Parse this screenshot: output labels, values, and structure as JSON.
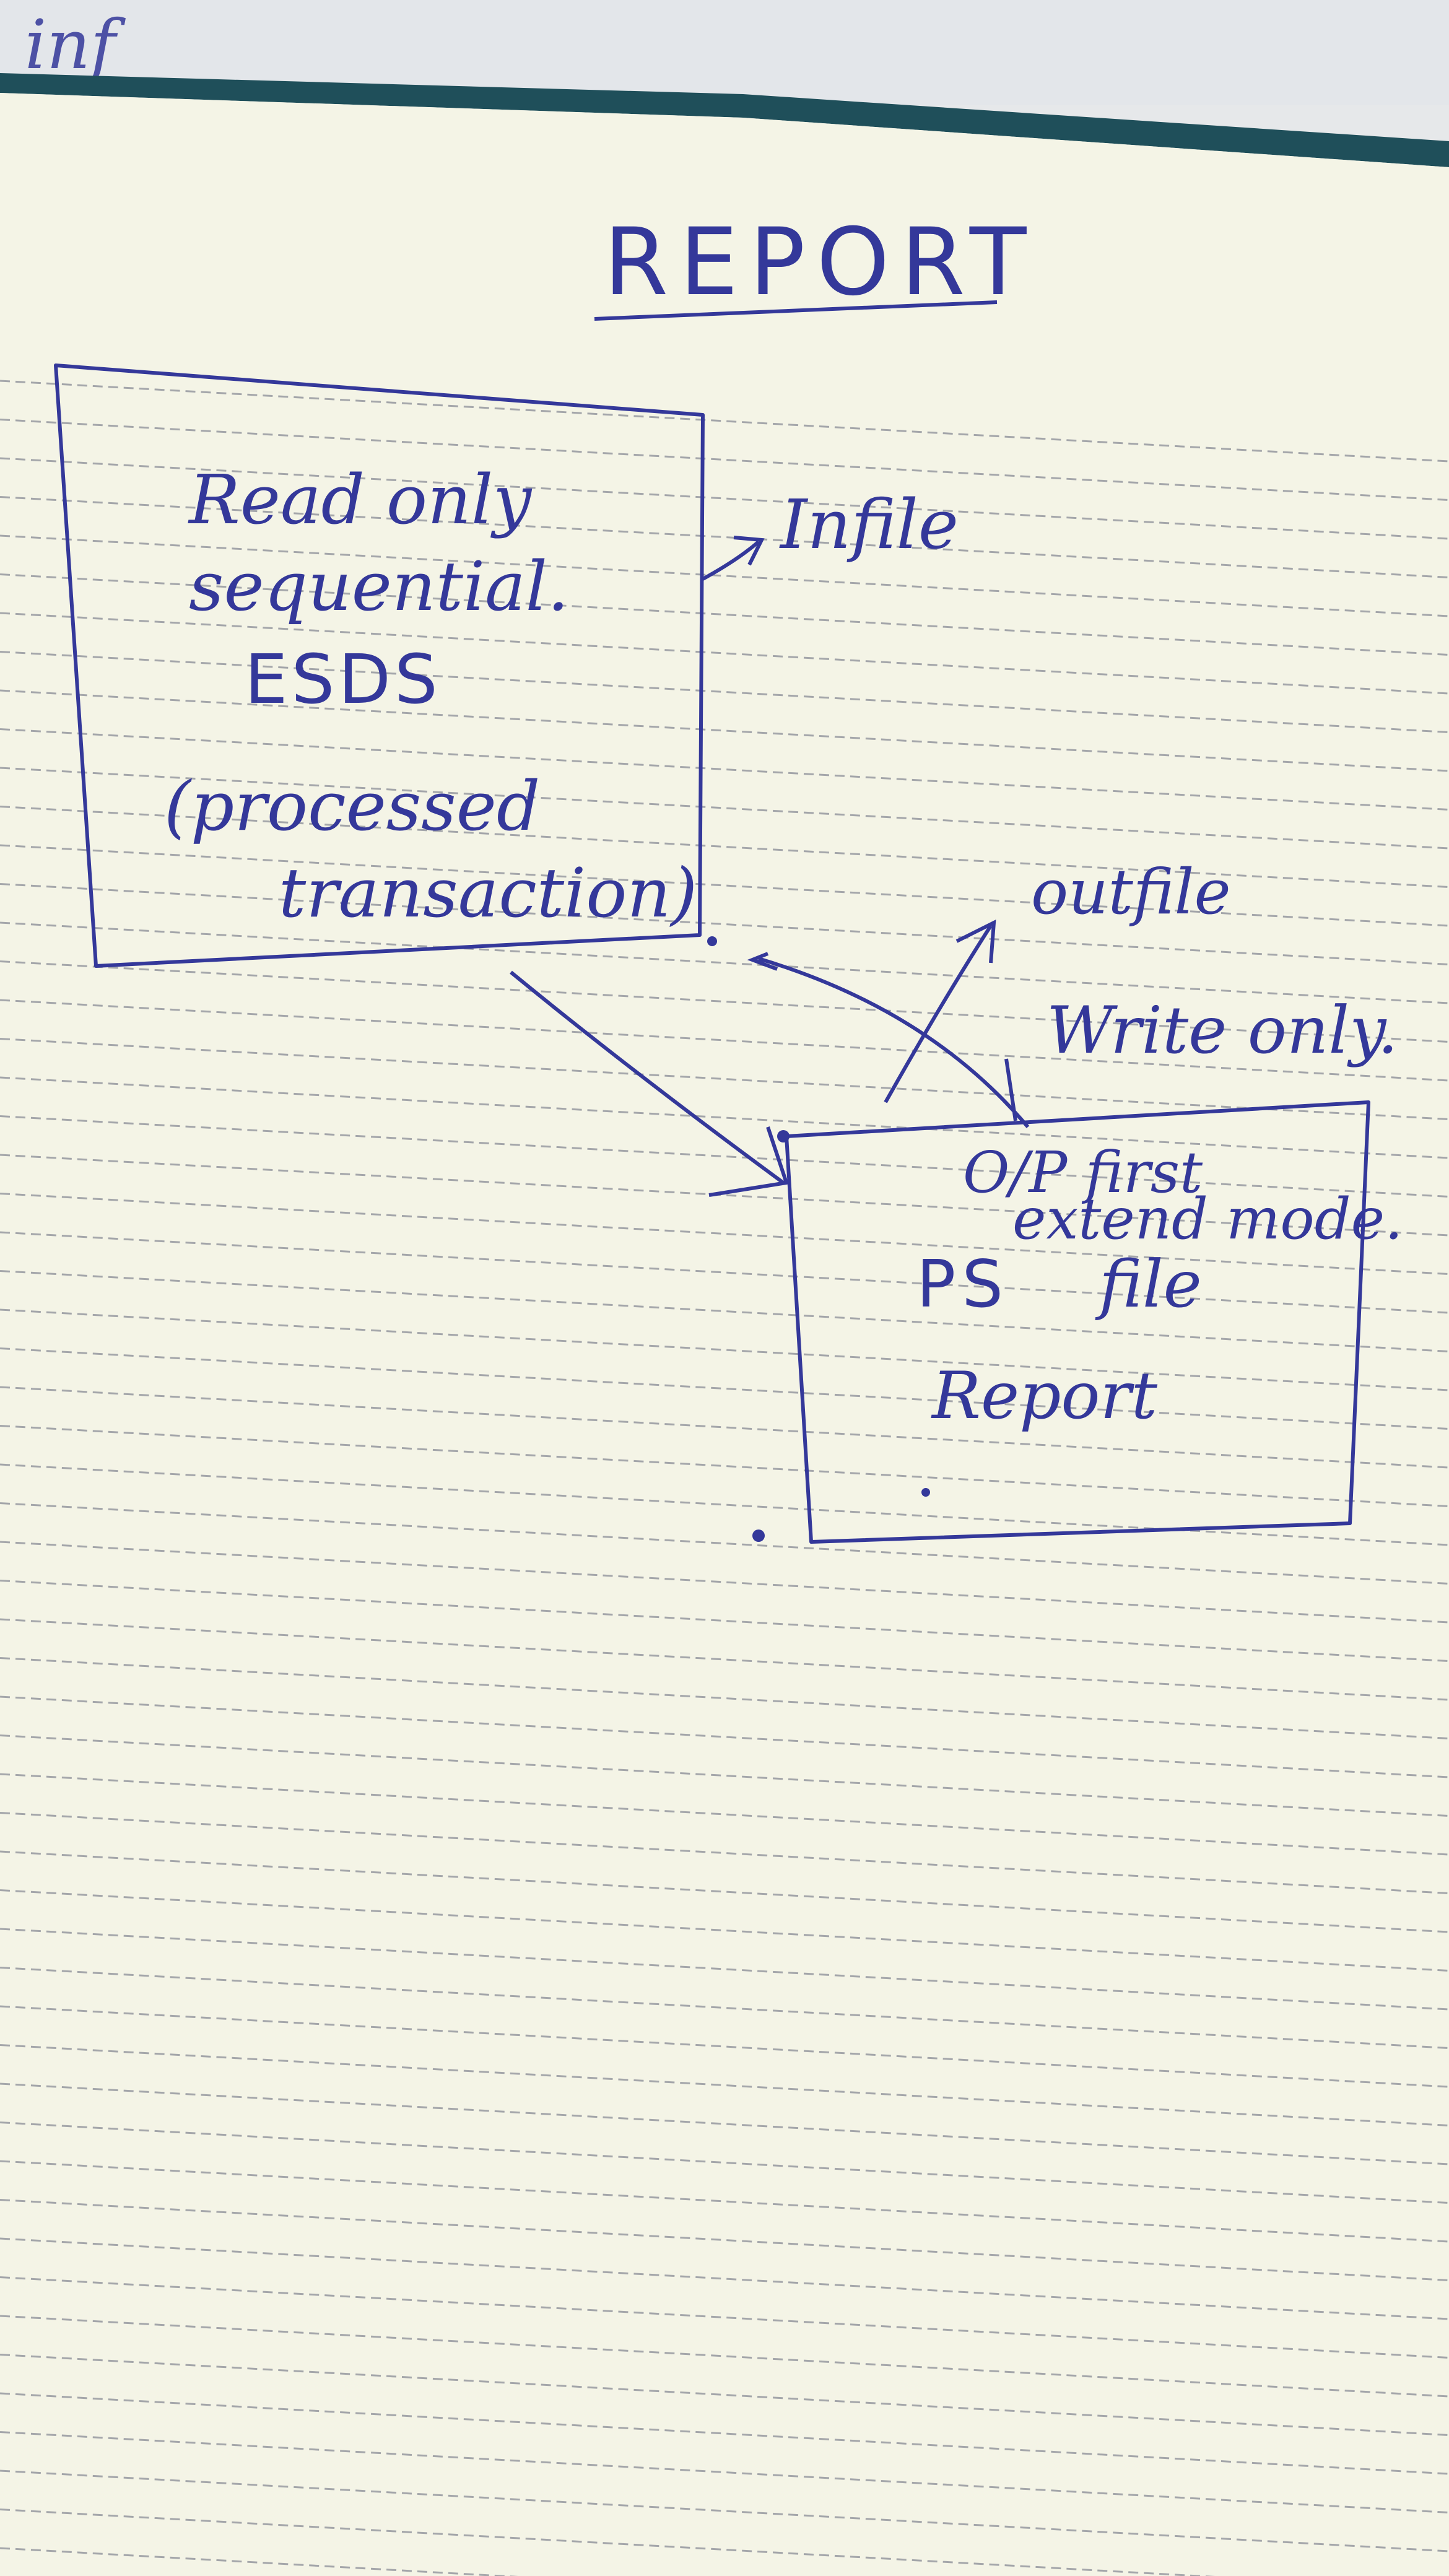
{
  "page": {
    "title": "REPORT",
    "top_scrap_text": "inf"
  },
  "left_box": {
    "line1": "Read only",
    "line2": "sequential.",
    "line3": "ESDS",
    "line4": "(processed",
    "line5": "transaction)"
  },
  "labels": {
    "infile": "Infile",
    "outfile": "outfile",
    "write_only": "Write only.",
    "op_first": "O/P  first",
    "extend_mode": "extend mode."
  },
  "right_box": {
    "line1": "PS",
    "line2": "file",
    "line3": "Report"
  },
  "colors": {
    "ink": "#34389a",
    "paper": "#f4f4e6",
    "rule": "#8a8d96",
    "binding": "#1f4f5a"
  }
}
